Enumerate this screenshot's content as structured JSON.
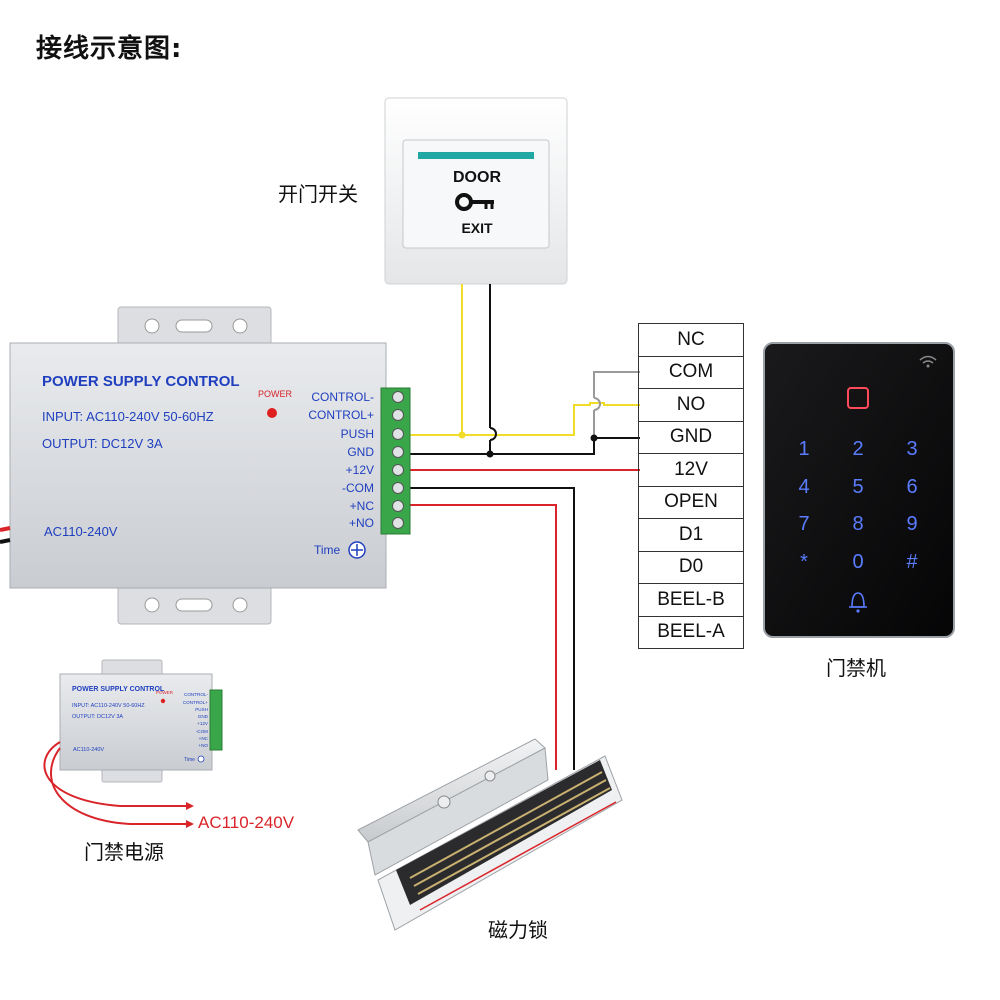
{
  "title": "接线示意图:",
  "door_exit": {
    "caption": "开门开关",
    "text_door": "DOOR",
    "text_exit": "EXIT"
  },
  "power_supply": {
    "title": "POWER SUPPLY CONTROL",
    "input": "INPUT: AC110-240V 50-60HZ",
    "output": "OUTPUT: DC12V  3A",
    "power_label": "POWER",
    "ac_label": "AC110-240V",
    "time_label": "Time",
    "terminals": [
      "CONTROL-",
      "CONTROL+",
      "PUSH",
      "GND",
      "+12V",
      "-COM",
      "+NC",
      "+NO"
    ]
  },
  "small_supply": {
    "caption": "门禁电源",
    "ac_label": "AC110-240V",
    "title": "POWER SUPPLY CONTROL",
    "input": "INPUT: AC110-240V 50-60HZ",
    "output": "OUTPUT: DC12V  3A",
    "power_label": "POWER",
    "inner_ac": "AC110-240V",
    "time_label": "Time",
    "terminals": [
      "CONTROL-",
      "CONTROL+",
      "PUSH",
      "GND",
      "+12V",
      "-COM",
      "+NC",
      "+NO"
    ]
  },
  "keypad_terminals": [
    "NC",
    "COM",
    "NO",
    "GND",
    "12V",
    "OPEN",
    "D1",
    "D0",
    "BEEL-B",
    "BEEL-A"
  ],
  "keypad": {
    "caption": "门禁机",
    "keys": [
      "1",
      "2",
      "3",
      "4",
      "5",
      "6",
      "7",
      "8",
      "9",
      "*",
      "0",
      "#"
    ]
  },
  "maglock": {
    "caption": "磁力锁"
  },
  "colors": {
    "yellow": "#f2dc2a",
    "black": "#111111",
    "red": "#d9242a",
    "gray": "#9a9a9a",
    "terminal_green": "#3aa64a",
    "key_blue": "#5a7cff",
    "key_red": "#ff4a5a"
  }
}
